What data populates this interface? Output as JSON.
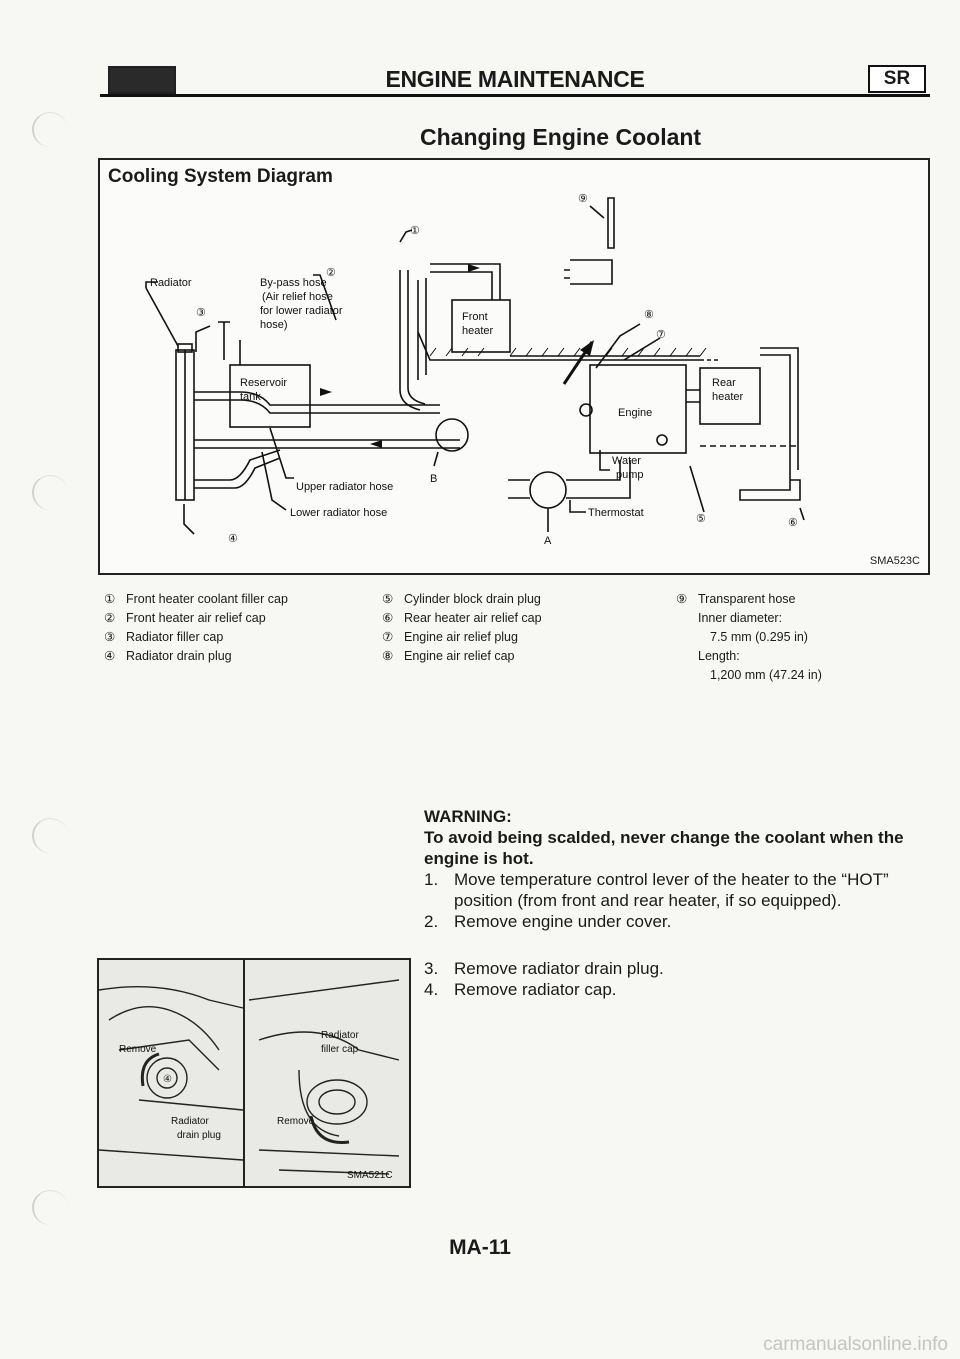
{
  "header": {
    "title": "ENGINE MAINTENANCE",
    "badge": "SR"
  },
  "page_heading": "Changing Engine Coolant",
  "diagram": {
    "title": "Cooling System Diagram",
    "code": "SMA523C",
    "labels": {
      "radiator": "Radiator",
      "bypass_1": "By-pass hose",
      "bypass_2": "(Air relief hose",
      "bypass_3": "for lower radiator",
      "bypass_4": "hose)",
      "reservoir_1": "Reservoir",
      "reservoir_2": "tank",
      "front_heater_1": "Front",
      "front_heater_2": "heater",
      "rear_heater_1": "Rear",
      "rear_heater_2": "heater",
      "engine": "Engine",
      "water_pump_1": "Water",
      "water_pump_2": "pump",
      "upper_hose": "Upper radiator hose",
      "lower_hose": "Lower radiator hose",
      "thermostat": "Thermostat",
      "point_a": "A",
      "point_b": "B",
      "c1": "①",
      "c2": "②",
      "c3": "③",
      "c4": "④",
      "c5": "⑤",
      "c6": "⑥",
      "c7": "⑦",
      "c8": "⑧",
      "c9": "⑨"
    }
  },
  "legend": {
    "col1": [
      {
        "num": "①",
        "text": "Front heater coolant filler cap"
      },
      {
        "num": "②",
        "text": "Front heater air relief cap"
      },
      {
        "num": "③",
        "text": "Radiator filler cap"
      },
      {
        "num": "④",
        "text": "Radiator drain plug"
      }
    ],
    "col2": [
      {
        "num": "⑤",
        "text": "Cylinder block drain plug"
      },
      {
        "num": "⑥",
        "text": "Rear heater air relief cap"
      },
      {
        "num": "⑦",
        "text": "Engine air relief plug"
      },
      {
        "num": "⑧",
        "text": "Engine air relief cap"
      }
    ],
    "col3": {
      "num": "⑨",
      "title": "Transparent hose",
      "diameter_label": "Inner diameter:",
      "diameter_value": "7.5 mm (0.295 in)",
      "length_label": "Length:",
      "length_value": "1,200 mm (47.24 in)"
    }
  },
  "warning": {
    "heading": "WARNING:",
    "text": "To avoid being scalded, never change the coolant when the engine is hot."
  },
  "steps": [
    {
      "n": "1.",
      "text": "Move temperature control lever of the heater to the “HOT” position (from front and rear heater, if so equipped)."
    },
    {
      "n": "2.",
      "text": "Remove engine under cover."
    },
    {
      "n": "3.",
      "text": "Remove radiator drain plug."
    },
    {
      "n": "4.",
      "text": "Remove radiator cap."
    }
  ],
  "photo": {
    "code": "SMA521C",
    "left_remove": "Remove",
    "left_drain_1": "Radiator",
    "left_drain_2": "drain plug",
    "left_num": "④",
    "right_cap_1": "Radiator",
    "right_cap_2": "filler cap",
    "right_remove": "Remove"
  },
  "page_number": "MA-11",
  "watermark": "carmanualsonline.info"
}
